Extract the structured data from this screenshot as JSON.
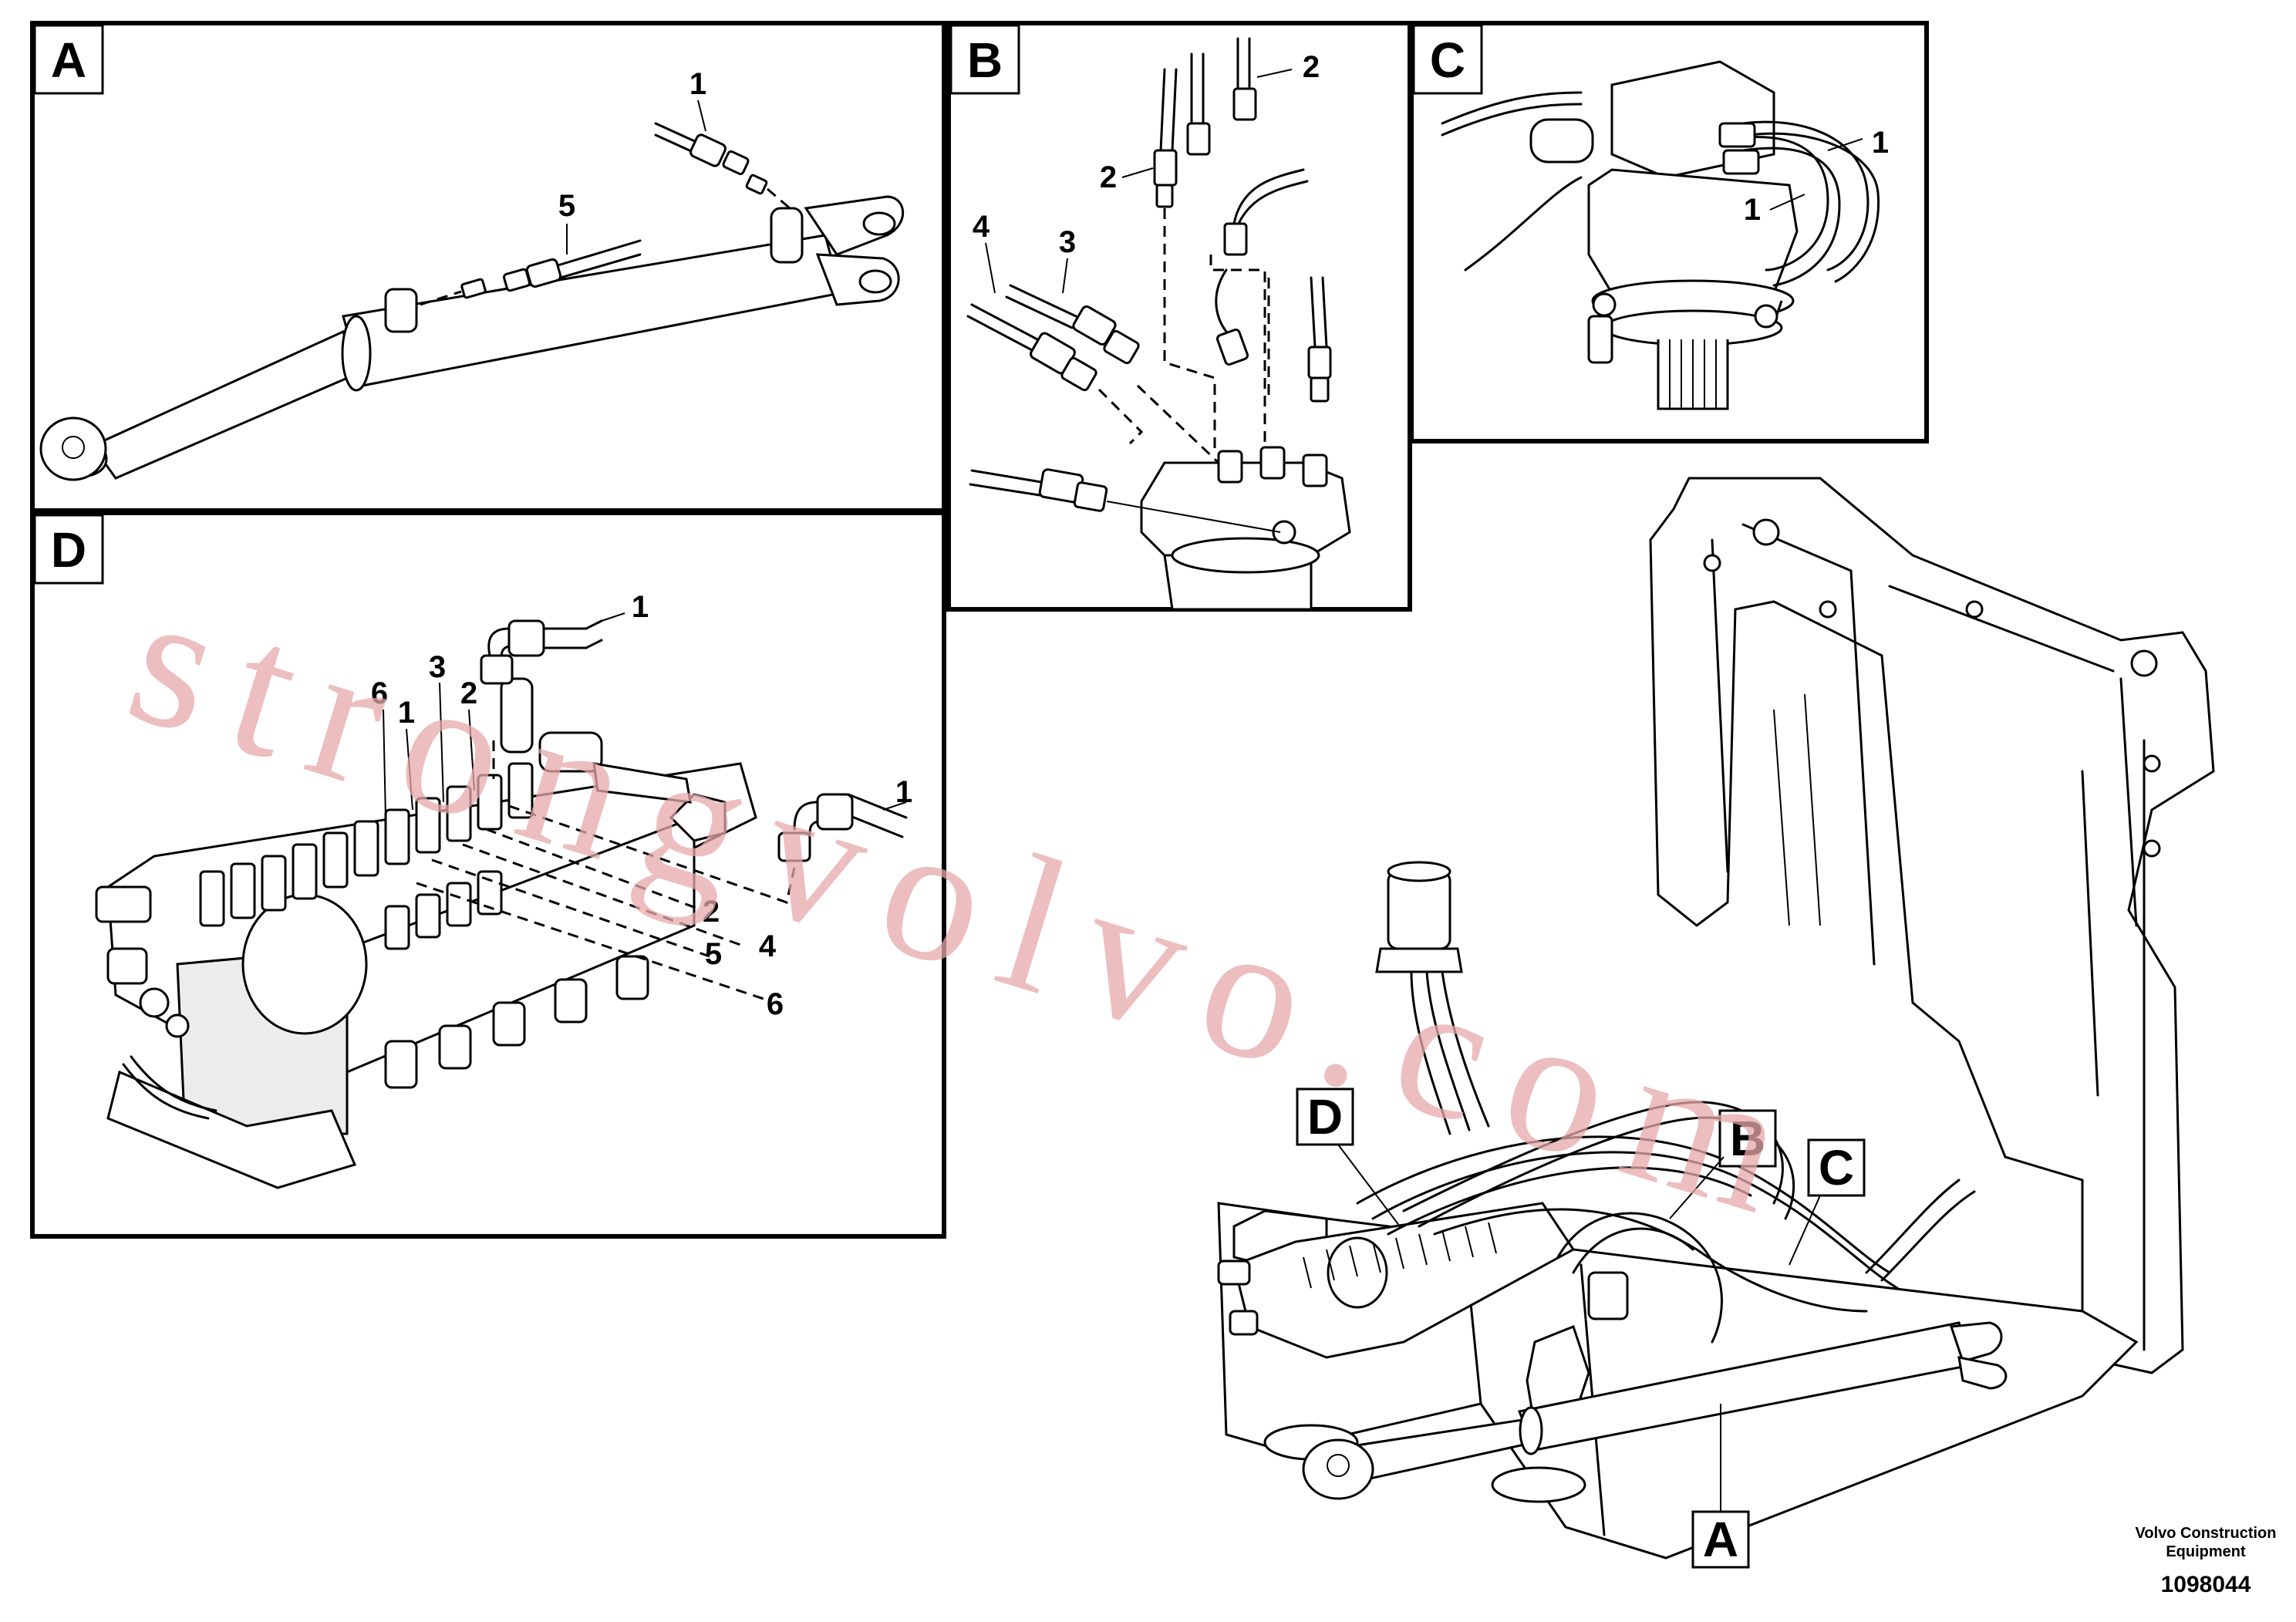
{
  "panels": {
    "A": {
      "label": "A",
      "callouts": [
        "1",
        "5"
      ]
    },
    "B": {
      "label": "B",
      "callouts": [
        "2",
        "2",
        "4",
        "3"
      ]
    },
    "C": {
      "label": "C",
      "callouts": [
        "1",
        "1"
      ]
    },
    "D": {
      "label": "D",
      "callouts": [
        "1",
        "6",
        "3",
        "1",
        "2",
        "1",
        "2",
        "4",
        "5",
        "6"
      ]
    }
  },
  "main_view": {
    "labels": [
      "D",
      "B",
      "C",
      "A"
    ]
  },
  "footer": {
    "manufacturer_line1": "Volvo Construction",
    "manufacturer_line2": "Equipment",
    "document_number": "1098044"
  },
  "watermark": {
    "text": "strongvolvo.com"
  }
}
